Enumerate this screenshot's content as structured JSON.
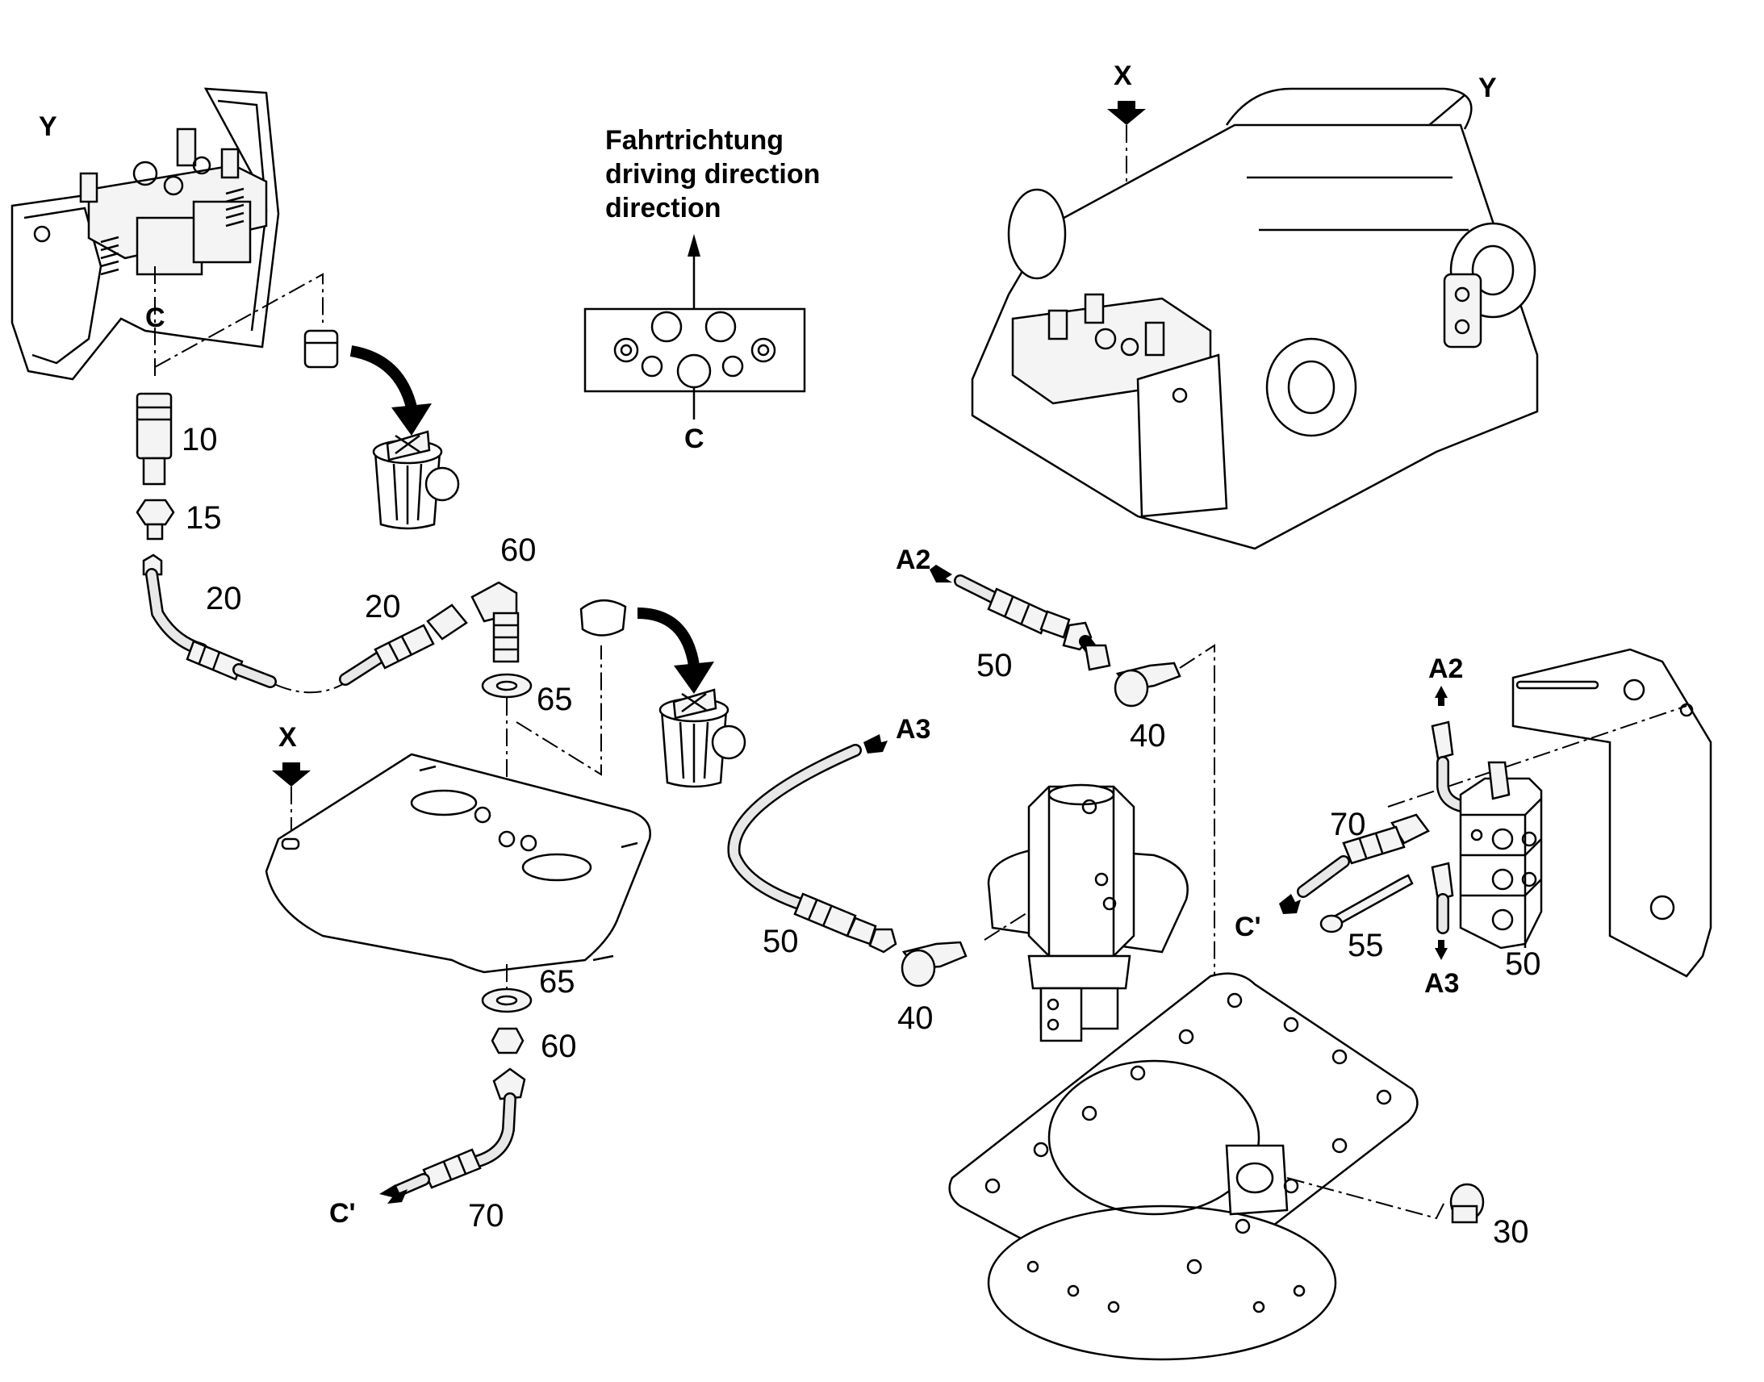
{
  "direction_caption": [
    "Fahrtrichtung",
    "driving direction",
    "direction"
  ],
  "callouts": {
    "view_y": "Y",
    "view_x": "X",
    "c": "C",
    "c_prime": "C'",
    "a2": "A2",
    "a3": "A3"
  },
  "part_numbers": {
    "p10": "10",
    "p15": "15",
    "p20": "20",
    "p30": "30",
    "p40": "40",
    "p50": "50",
    "p55": "55",
    "p60": "60",
    "p65": "65",
    "p70": "70"
  },
  "icons": [
    "trash-bin-icon",
    "discard-arrow-icon",
    "direction-arrow-icon"
  ]
}
